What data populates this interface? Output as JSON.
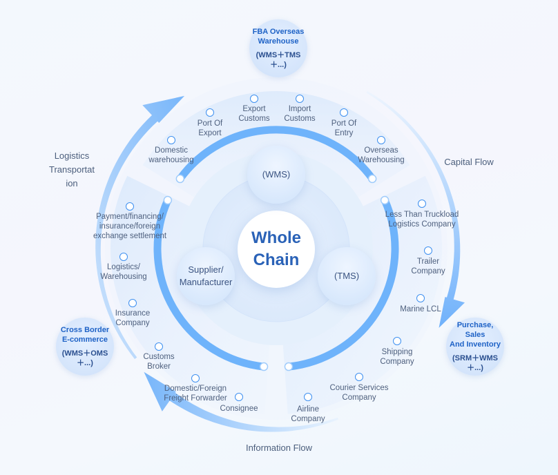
{
  "diagram": {
    "center": {
      "title": "Whole\nChain"
    },
    "core_modules": [
      {
        "id": "wms",
        "label": "(WMS)"
      },
      {
        "id": "tms",
        "label": "(TMS)"
      },
      {
        "id": "supplier",
        "label": "Supplier/\nManufacturer"
      }
    ],
    "scenarios": [
      {
        "id": "fba",
        "title": "FBA Overseas\nWarehouse",
        "systems": "(WMS＋TMS\n＋...)"
      },
      {
        "id": "cross-border",
        "title": "Cross Border\nE-commerce",
        "systems": "(WMS＋OMS\n＋...)"
      },
      {
        "id": "psi",
        "title": "Purchase, Sales\nAnd Inventory",
        "systems": "(SRM＋WMS\n＋...)"
      }
    ],
    "flows": [
      {
        "id": "logistics",
        "label": "Logistics\nTransportat\nion"
      },
      {
        "id": "capital",
        "label": "Capital Flow"
      },
      {
        "id": "information",
        "label": "Information Flow"
      }
    ],
    "nodes": [
      {
        "label": "Domestic\nwarehousing"
      },
      {
        "label": "Port Of\nExport"
      },
      {
        "label": "Export\nCustoms"
      },
      {
        "label": "Import\nCustoms"
      },
      {
        "label": "Port Of\nEntry"
      },
      {
        "label": "Overseas\nWarehousing"
      },
      {
        "label": "Less Than Truckload\nLogistics Company"
      },
      {
        "label": "Trailer\nCompany"
      },
      {
        "label": "Marine LCL"
      },
      {
        "label": "Shipping\nCompany"
      },
      {
        "label": "Courier Services\nCompany"
      },
      {
        "label": "Airline\nCompany"
      },
      {
        "label": "Consignee"
      },
      {
        "label": "Domestic/Foreign\nFreight Forwarder"
      },
      {
        "label": "Customs\nBroker"
      },
      {
        "label": "Insurance\nCompany"
      },
      {
        "label": "Logistics/\nWarehousing"
      },
      {
        "label": "Payment/financing/\ninsurance/foreign\nexchange settlement"
      }
    ],
    "colors": {
      "accent": "#6eb3fb",
      "node_outline": "#3d8ff0",
      "title_blue": "#2a62b7",
      "text": "#4d5f7d"
    }
  }
}
